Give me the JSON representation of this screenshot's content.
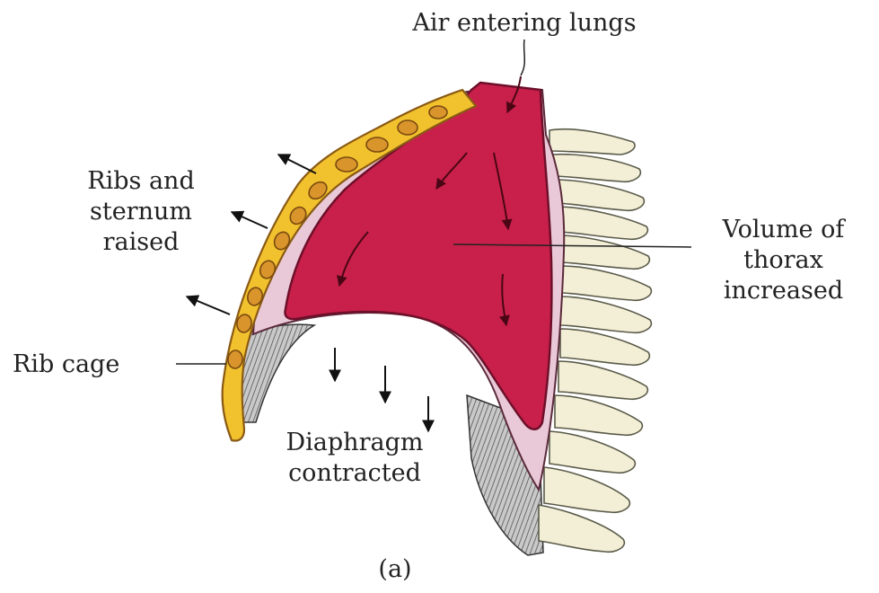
{
  "labels": {
    "air": "Air entering lungs",
    "ribs_line1": "Ribs and",
    "ribs_line2": "sternum",
    "ribs_line3": "raised",
    "volume_line1": "Volume of",
    "volume_line2": "thorax",
    "volume_line3": "increased",
    "rib_cage": "Rib cage",
    "diaphragm_line1": "Diaphragm",
    "diaphragm_line2": "contracted",
    "caption": "(a)"
  },
  "colors": {
    "lung": "#c8204a",
    "lung_outline": "#6e0f2a",
    "pleura": "#e9c9d7",
    "rib": "#f2c22e",
    "rib_outline": "#8a5a14",
    "rib_spot": "#d9952c",
    "vertebra": "#f3efd6",
    "muscle": "#9a9a9a",
    "text": "#222222"
  }
}
